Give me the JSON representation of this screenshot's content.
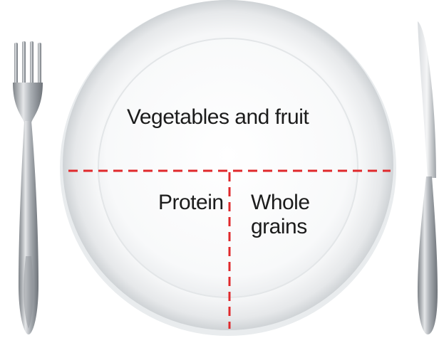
{
  "plate": {
    "sections": {
      "vegetables_fruit": "Vegetables and fruit",
      "protein": "Protein",
      "whole_grains": "Whole grains"
    }
  },
  "colors": {
    "divider": "#e0292c",
    "plate_rim": "#e7e9eb",
    "plate_center": "#fbfcfc",
    "utensil_metal": "#b9bdc1",
    "text": "#1c1c1c"
  },
  "icons": [
    "fork-icon",
    "knife-icon",
    "plate-icon"
  ]
}
